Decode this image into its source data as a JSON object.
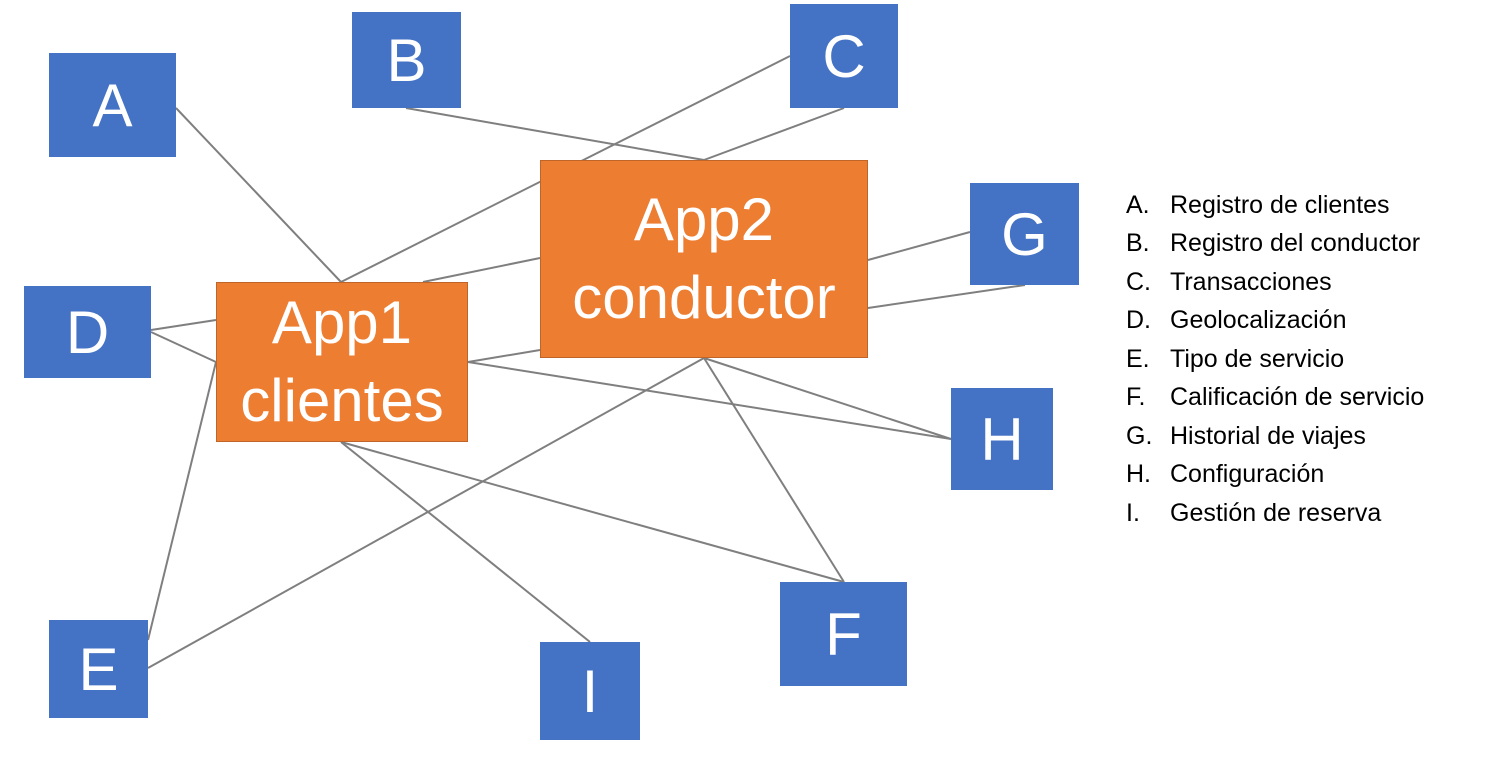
{
  "nodes": {
    "a": "A",
    "b": "B",
    "c": "C",
    "d": "D",
    "e": "E",
    "f": "F",
    "g": "G",
    "h": "H",
    "i": "I"
  },
  "apps": {
    "app1": {
      "line1": "App1",
      "line2": "clientes"
    },
    "app2": {
      "line1": "App2",
      "line2": "conductor"
    }
  },
  "legend": [
    {
      "letter": "A.",
      "text": "Registro de clientes"
    },
    {
      "letter": "B.",
      "text": "Registro del conductor"
    },
    {
      "letter": "C.",
      "text": "Transacciones"
    },
    {
      "letter": "D.",
      "text": "Geolocalización"
    },
    {
      "letter": "E.",
      "text": "Tipo de servicio"
    },
    {
      "letter": "F.",
      "text": "Calificación de servicio"
    },
    {
      "letter": "G.",
      "text": "Historial de viajes"
    },
    {
      "letter": "H.",
      "text": "Configuración"
    },
    {
      "letter": "I.",
      "text": "Gestión de reserva"
    }
  ],
  "colors": {
    "node": "#4472C4",
    "app": "#ED7D31",
    "edge": "#7f7f7f"
  }
}
